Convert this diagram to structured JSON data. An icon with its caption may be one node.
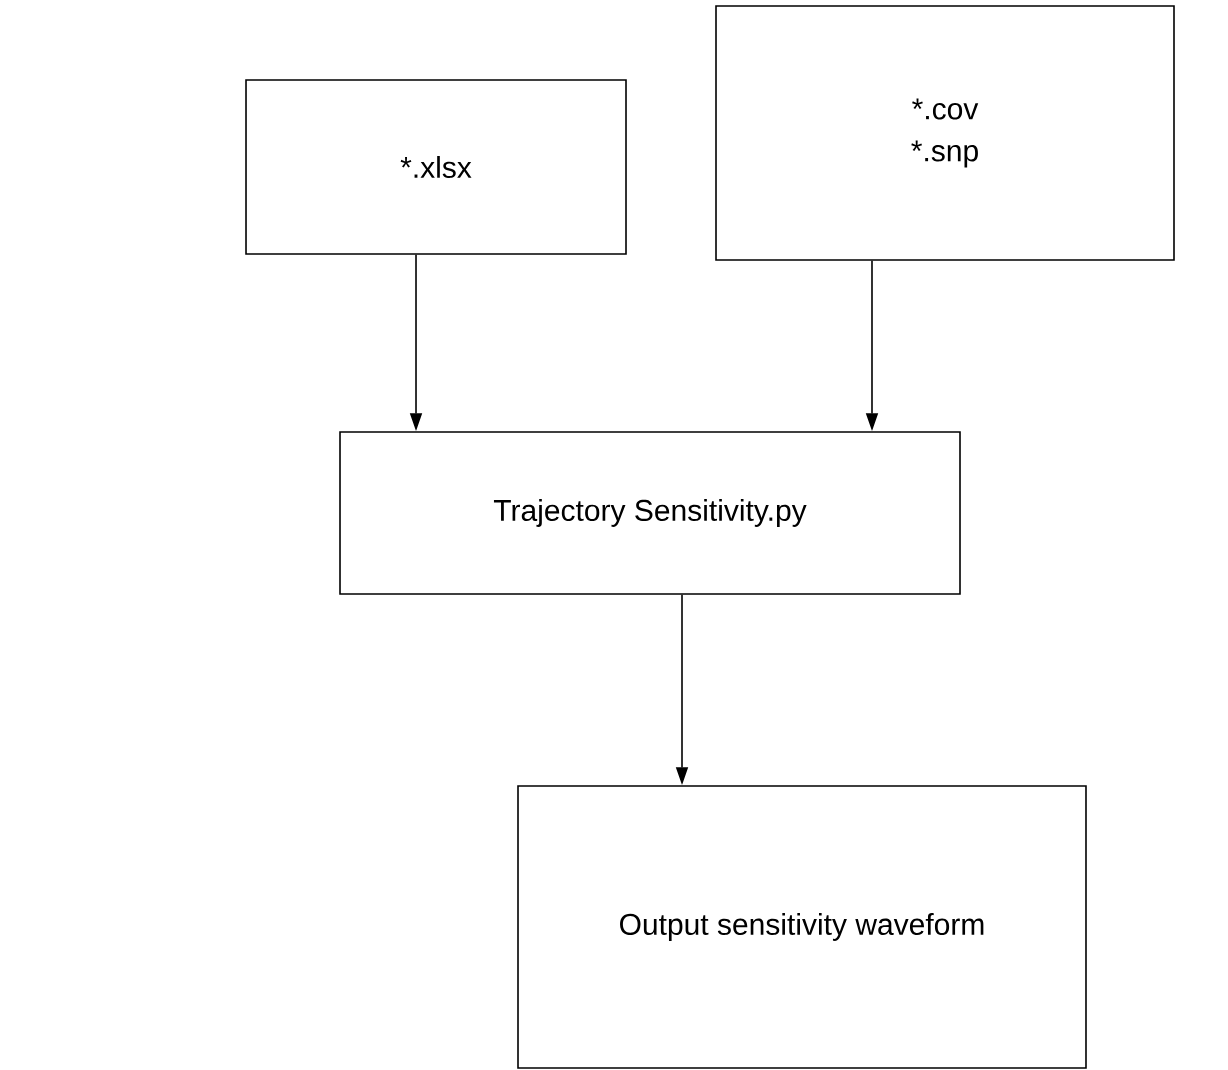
{
  "diagram": {
    "nodes": [
      {
        "text": [
          "*.xlsx"
        ]
      },
      {
        "text": [
          "*.cov",
          "*.snp"
        ]
      },
      {
        "text": [
          "Trajectory Sensitivity.py"
        ]
      },
      {
        "text": [
          "Output sensitivity waveform"
        ]
      }
    ],
    "edges": [
      {
        "from": 0,
        "to": 2,
        "arrow": "to"
      },
      {
        "from": 1,
        "to": 2,
        "arrow": "to"
      },
      {
        "from": 2,
        "to": 3,
        "arrow": "to"
      }
    ]
  }
}
